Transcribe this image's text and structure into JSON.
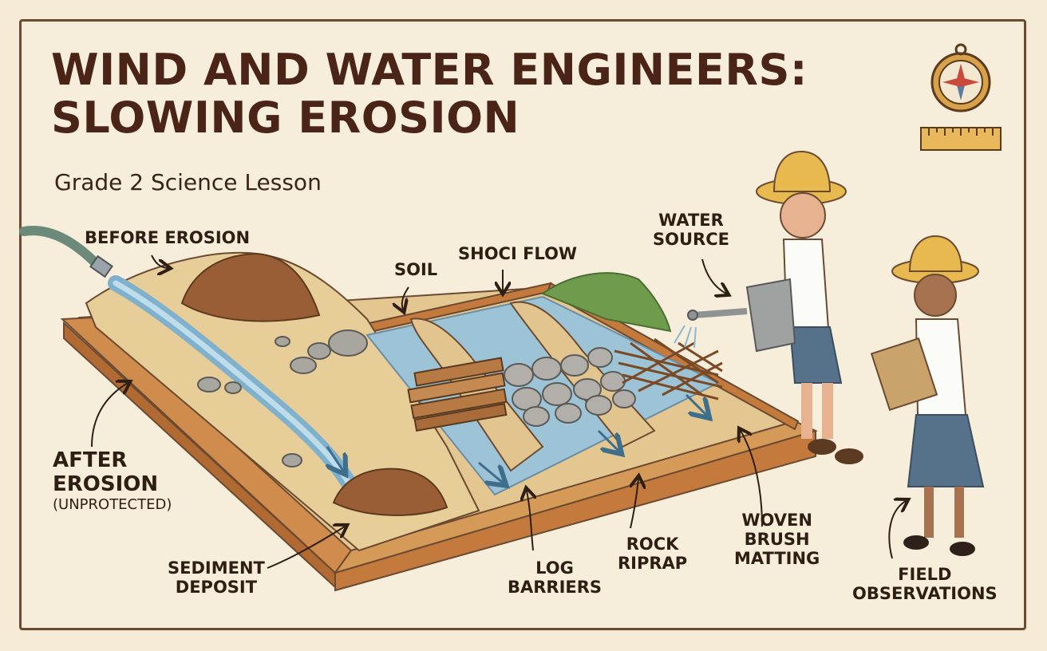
{
  "title": {
    "line1": "WIND AND WATER ENGINEERS:",
    "line2": "SLOWING EROSION"
  },
  "subtitle": "Grade 2 Science Lesson",
  "labels": {
    "before_erosion": "BEFORE EROSION",
    "soil": "SOIL",
    "shock_flow": "SHOCI FLOW",
    "water_source_1": "WATER",
    "water_source_2": "SOURCE",
    "after_erosion_1": "AFTER",
    "after_erosion_2": "EROSION",
    "after_erosion_3": "(UNPROTECTED)",
    "sediment_1": "SEDIMENT",
    "sediment_2": "DEPOSIT",
    "log_1": "LOG",
    "log_2": "BARRIERS",
    "rock_1": "ROCK",
    "rock_2": "RIPRAP",
    "woven_1": "WOVEN",
    "woven_2": "BRUSH",
    "woven_3": "MATTING",
    "field_1": "FIELD",
    "field_2": "OBSERVATIONS"
  },
  "colors": {
    "background": "#f4ead6",
    "title": "#4a2417",
    "wood": "#c47a3c",
    "sand": "#e2c48e",
    "water": "#9cc3d6",
    "soil": "#8b5a36"
  },
  "icons": [
    "compass-icon",
    "ruler-icon",
    "hose-icon",
    "watering-can-icon"
  ]
}
